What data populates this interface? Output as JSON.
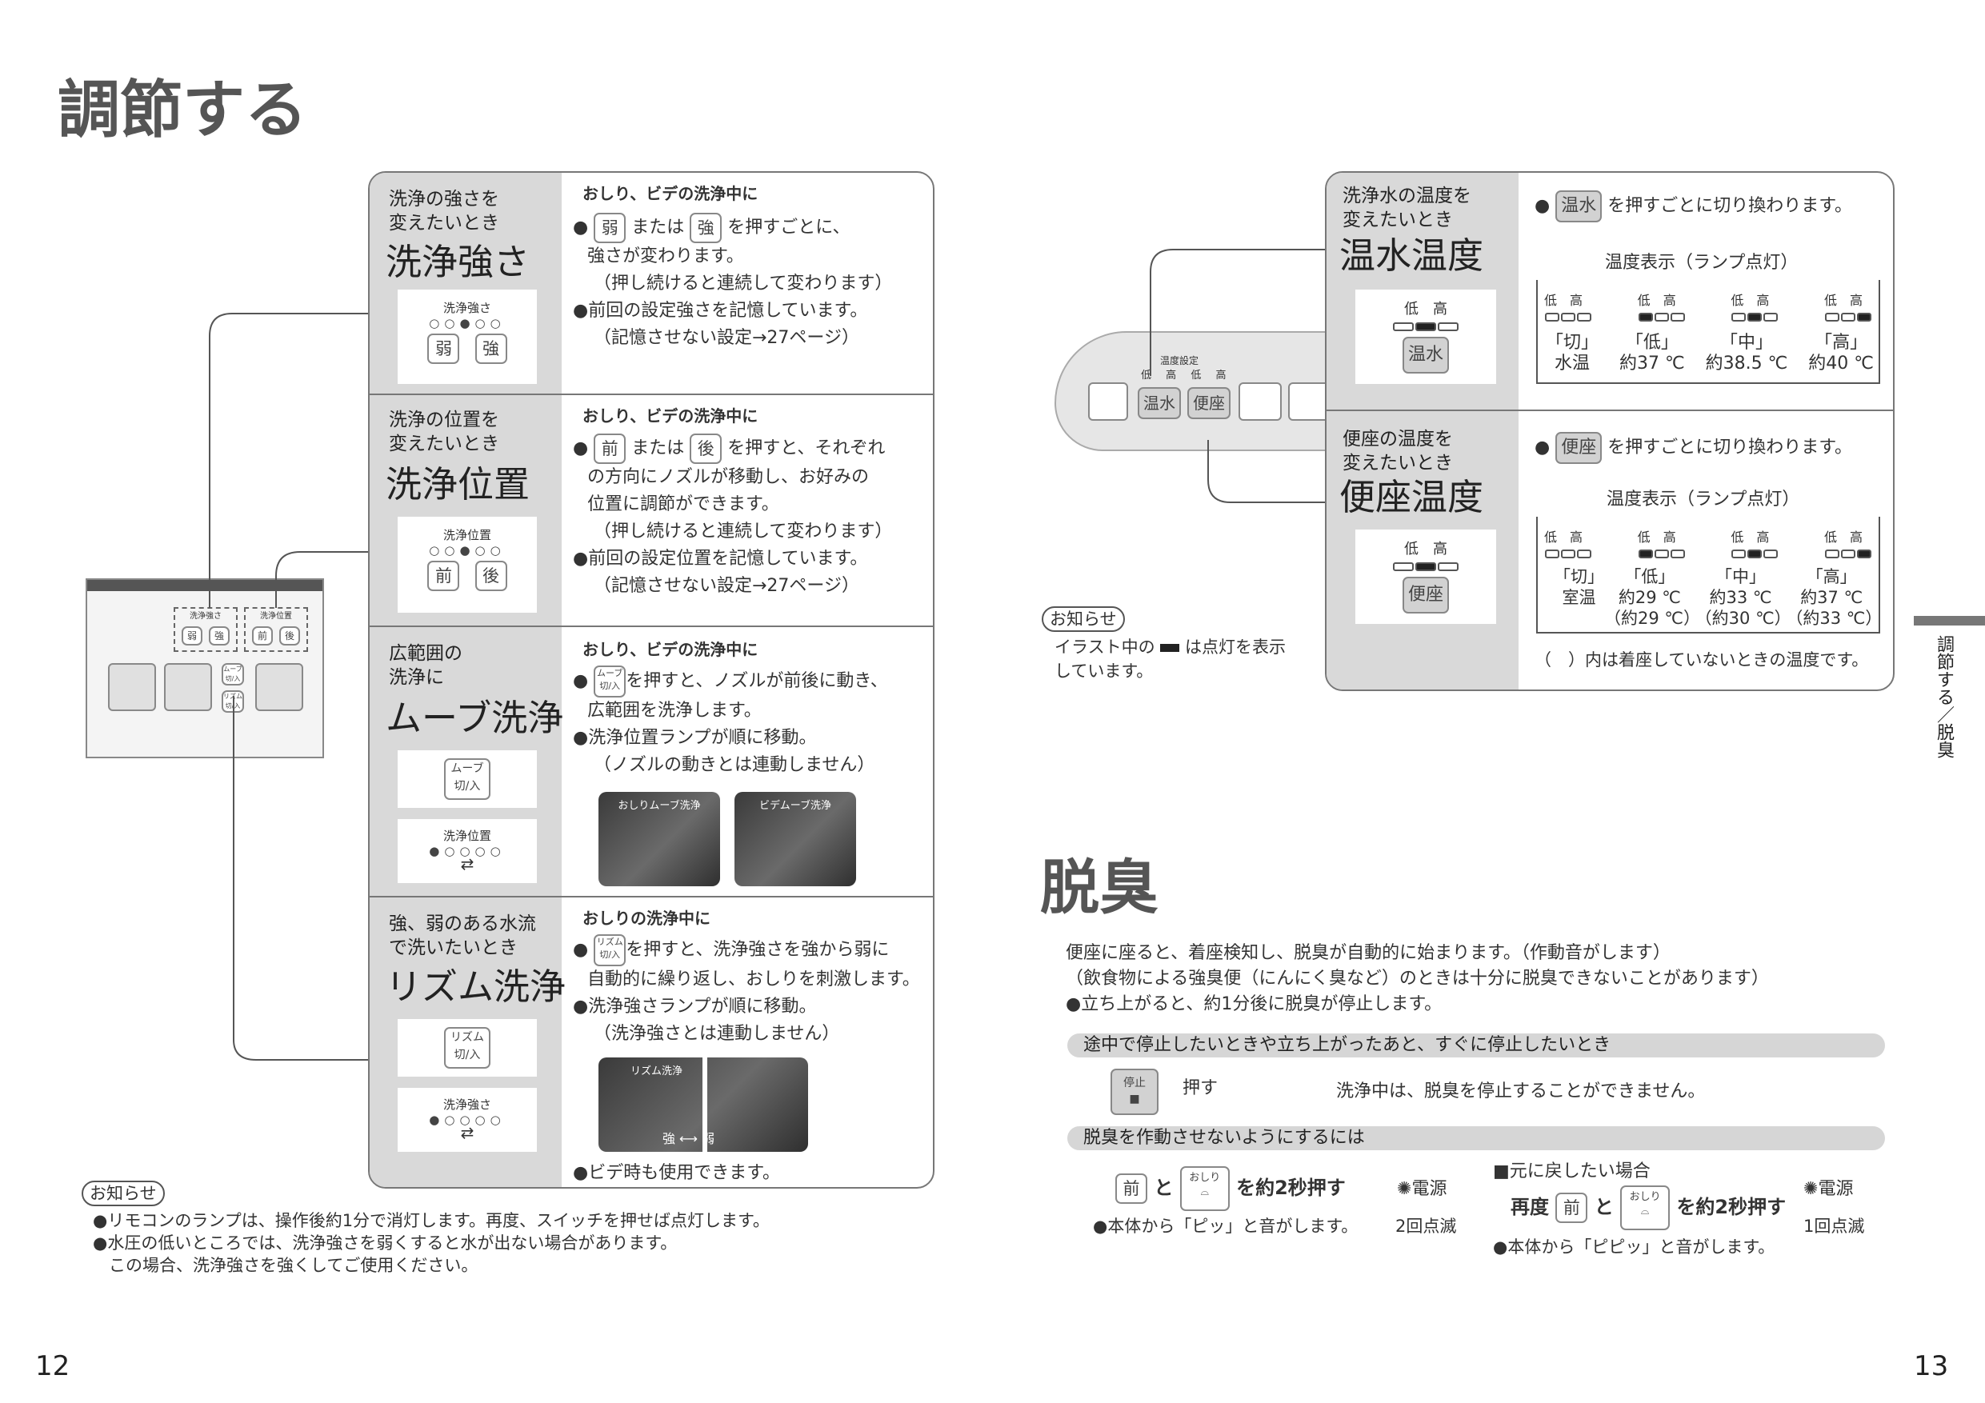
{
  "left": {
    "title": "調節する",
    "page_number": "12",
    "remote": {
      "strength_label": "洗浄強さ",
      "position_label": "洗浄位置",
      "weak": "弱",
      "strong": "強",
      "front": "前",
      "back": "後",
      "move": "ムーブ 切/入",
      "rhythm": "リズム 切/入"
    },
    "sections": [
      {
        "small": [
          "洗浄の強さを",
          "変えたいとき"
        ],
        "big": "洗浄強さ",
        "card_label": "洗浄強さ",
        "btn1": "弱",
        "btn2": "強",
        "cond": "おしり、ビデの洗浄中に",
        "line1_a": "または",
        "line1_b": "を押すごとに、",
        "line2": "強さが変わります。",
        "line3": "（押し続けると連続して変わります）",
        "line4": "●前回の設定強さを記憶しています。",
        "line5": "（記憶させない設定→27ページ）"
      },
      {
        "small": [
          "洗浄の位置を",
          "変えたいとき"
        ],
        "big": "洗浄位置",
        "card_label": "洗浄位置",
        "btn1": "前",
        "btn2": "後",
        "cond": "おしり、ビデの洗浄中に",
        "line1_a": "または",
        "line1_b": "を押すと、それぞれ",
        "line2": "の方向にノズルが移動し、お好みの",
        "line3": "位置に調節ができます。",
        "line4": "（押し続けると連続して変わります）",
        "line5": "●前回の設定位置を記憶しています。",
        "line6": "（記憶させない設定→27ページ）"
      },
      {
        "small": [
          "広範囲の",
          "洗浄に"
        ],
        "big": "ムーブ洗浄",
        "btn": "ムーブ 切/入",
        "card_label": "洗浄位置",
        "cond": "おしり、ビデの洗浄中に",
        "line1": "を押すと、ノズルが前後に動き、",
        "line2": "広範囲を洗浄します。",
        "line3": "●洗浄位置ランプが順に移動。",
        "line4": "（ノズルの動きとは連動しません）",
        "photo1": "おしりムーブ洗浄",
        "photo2": "ビデムーブ洗浄"
      },
      {
        "small": [
          "強、弱のある水流",
          "で洗いたいとき"
        ],
        "big": "リズム洗浄",
        "btn": "リズム 切/入",
        "card_label": "洗浄強さ",
        "cond": "おしりの洗浄中に",
        "line1": "を押すと、洗浄強さを強から弱に",
        "line2": "自動的に繰り返し、おしりを刺激します。",
        "line3": "●洗浄強さランプが順に移動。",
        "line4": "（洗浄強さとは連動しません）",
        "photo": "リズム洗浄",
        "strong": "強",
        "weak": "弱",
        "line5": "●ビデ時も使用できます。"
      }
    ],
    "notice": {
      "tag": "お知らせ",
      "lines": [
        "●リモコンのランプは、操作後約1分で消灯します。再度、スイッチを押せば点灯します。",
        "●水圧の低いところでは、洗浄強さを弱くすると水が出ない場合があります。",
        "この場合、洗浄強さを強くしてご使用ください。"
      ]
    }
  },
  "right": {
    "page_number": "13",
    "side_tab": "調節する／脱臭",
    "panel": {
      "temp_setting": "温度設定",
      "low": "低",
      "high": "高",
      "water": "温水",
      "seat": "便座"
    },
    "water": {
      "small": [
        "洗浄水の温度を",
        "変えたいとき"
      ],
      "big": "温水温度",
      "btn": "温水",
      "desc": "を押すごとに切り換わります。",
      "display_title": "温度表示（ランプ点灯）",
      "levels": [
        "「切」",
        "「低」",
        "「中」",
        "「高」"
      ],
      "temps": [
        "水温",
        "約37 ℃",
        "約38.5 ℃",
        "約40 ℃"
      ]
    },
    "seat": {
      "small": [
        "便座の温度を",
        "変えたいとき"
      ],
      "big": "便座温度",
      "btn": "便座",
      "desc": "を押すごとに切り換わります。",
      "display_title": "温度表示（ランプ点灯）",
      "levels": [
        "「切」",
        "「低」",
        "「中」",
        "「高」"
      ],
      "temps": [
        "室温",
        "約29 ℃",
        "約33 ℃",
        "約37 ℃"
      ],
      "temps2": [
        "（約29 ℃）",
        "（約30 ℃）",
        "（約33 ℃）"
      ],
      "footnote": "（　）内は着座していないときの温度です。"
    },
    "notice": {
      "tag": "お知らせ",
      "line1_a": "イラスト中の",
      "line1_b": "は点灯を表示",
      "line2": "しています。"
    },
    "deodor": {
      "title": "脱臭",
      "p1": "便座に座ると、着座検知し、脱臭が自動的に始まります。（作動音がします）",
      "p2": "（飲食物による強臭便（にんにく臭など）のときは十分に脱臭できないことがあります）",
      "p3": "●立ち上がると、約1分後に脱臭が停止します。",
      "bar1": "途中で停止したいときや立ち上がったあと、すぐに停止したいとき",
      "stop_btn": "停止",
      "press": "押す",
      "stop_note": "洗浄中は、脱臭を停止することができません。",
      "bar2": "脱臭を作動させないようにするには",
      "front": "前",
      "and": "と",
      "oshiri": "おしり",
      "hold": "を約2秒押す",
      "power": "電源",
      "beep1": "●本体から「ピッ」と音がします。",
      "blink1": "2回点滅",
      "restore": "■元に戻したい場合",
      "again": "再度",
      "beep2": "●本体から「ピピッ」と音がします。",
      "blink2": "1回点滅"
    }
  }
}
